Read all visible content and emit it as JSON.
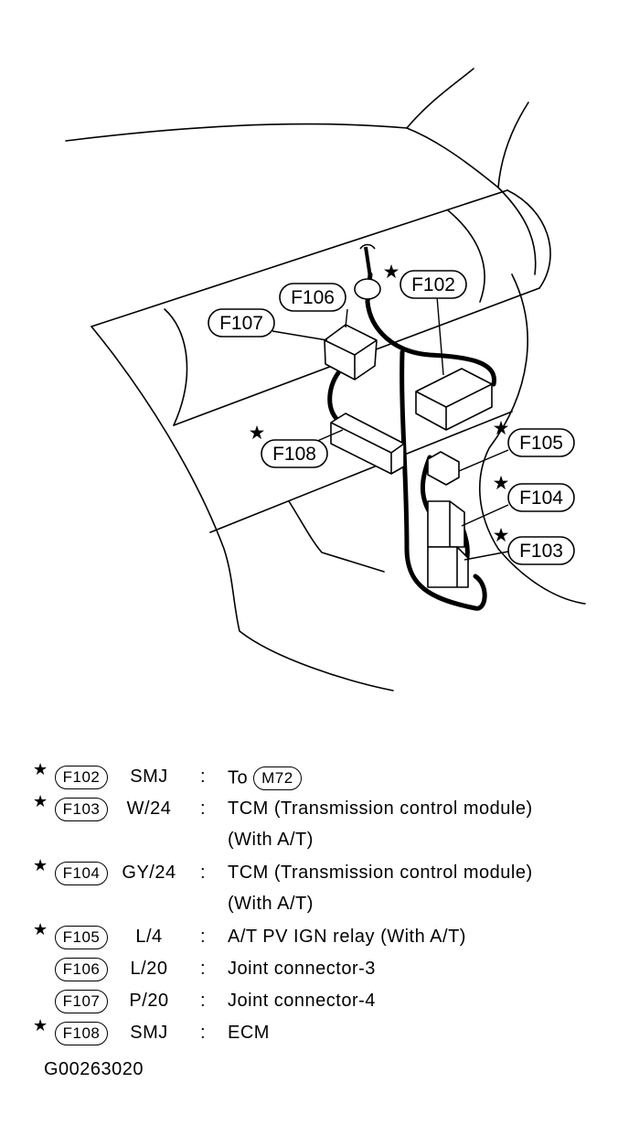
{
  "diagram": {
    "callouts": [
      {
        "id": "F102",
        "star": true
      },
      {
        "id": "F103",
        "star": true
      },
      {
        "id": "F104",
        "star": true
      },
      {
        "id": "F105",
        "star": true
      },
      {
        "id": "F106",
        "star": false
      },
      {
        "id": "F107",
        "star": false
      },
      {
        "id": "F108",
        "star": true
      }
    ]
  },
  "legend": {
    "star_symbol": "★",
    "rows": [
      {
        "connector": "F102",
        "code": "SMJ",
        "colon": ":",
        "desc": "To",
        "desc_badge": "M72",
        "desc2": "",
        "star": true
      },
      {
        "connector": "F103",
        "code": "W/24",
        "colon": ":",
        "desc": "TCM (Transmission control module)",
        "desc_badge": "",
        "desc2": "(With A/T)",
        "star": true
      },
      {
        "connector": "F104",
        "code": "GY/24",
        "colon": ":",
        "desc": "TCM (Transmission control module)",
        "desc_badge": "",
        "desc2": "(With A/T)",
        "star": true
      },
      {
        "connector": "F105",
        "code": "L/4",
        "colon": ":",
        "desc": "A/T PV IGN relay (With A/T)",
        "desc_badge": "",
        "desc2": "",
        "star": true
      },
      {
        "connector": "F106",
        "code": "L/20",
        "colon": ":",
        "desc": "Joint connector-3",
        "desc_badge": "",
        "desc2": "",
        "star": false
      },
      {
        "connector": "F107",
        "code": "P/20",
        "colon": ":",
        "desc": "Joint connector-4",
        "desc_badge": "",
        "desc2": "",
        "star": false
      },
      {
        "connector": "F108",
        "code": "SMJ",
        "colon": ":",
        "desc": "ECM",
        "desc_badge": "",
        "desc2": "",
        "star": true
      }
    ]
  },
  "figure_id": "G00263020"
}
